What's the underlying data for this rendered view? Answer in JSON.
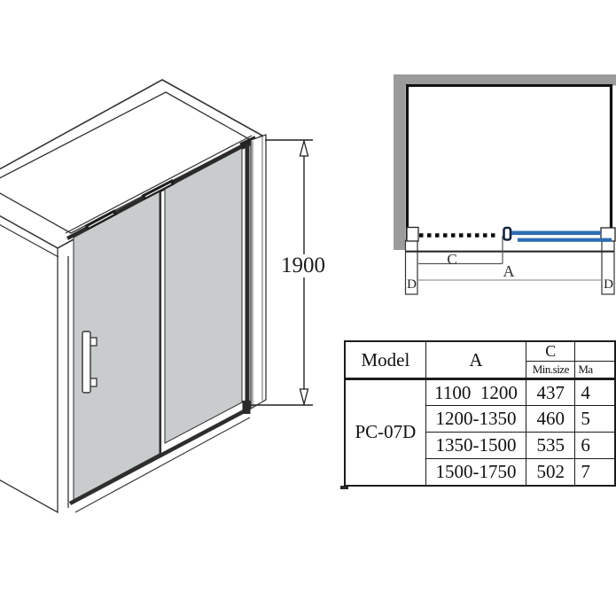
{
  "dimension": {
    "height": "1900"
  },
  "plan": {
    "dim_c": "C",
    "dim_a": "A",
    "profile_left": "D",
    "profile_right": "D"
  },
  "table": {
    "headers": {
      "model": "Model",
      "a": "A",
      "c": "C",
      "min_size": "Min.size",
      "max_size_partial": "Ma"
    },
    "model": "PC-07D",
    "rows": [
      {
        "a_range": "1100  1200",
        "c_min": "437",
        "max_partial": "4"
      },
      {
        "a_range": "1200-1350",
        "c_min": "460",
        "max_partial": "5"
      },
      {
        "a_range": "1350-1500",
        "c_min": "535",
        "max_partial": "6"
      },
      {
        "a_range": "1500-1750",
        "c_min": "502",
        "max_partial": "7"
      }
    ]
  },
  "colors": {
    "door_blue": "#2e6db3",
    "wall_gray": "#9b9b9b",
    "glass_gray": "#c8cccd"
  }
}
